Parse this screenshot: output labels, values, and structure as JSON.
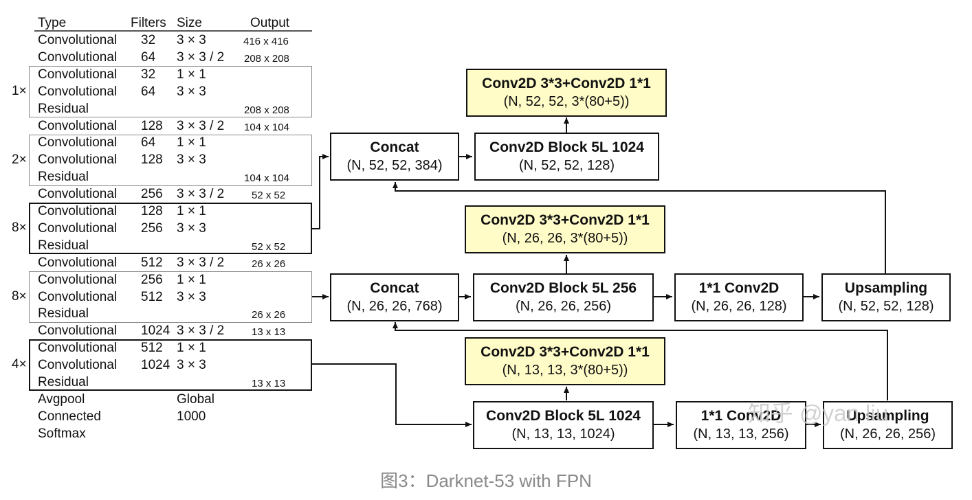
{
  "table": {
    "headers": {
      "type": "Type",
      "filters": "Filters",
      "size": "Size",
      "output": "Output"
    },
    "rows": [
      {
        "type": "Convolutional",
        "filters": "32",
        "size": "3 × 3",
        "output": "416 x 416"
      },
      {
        "type": "Convolutional",
        "filters": "64",
        "size": "3 × 3 / 2",
        "output": "208 x 208"
      },
      {
        "type": "Convolutional",
        "filters": "32",
        "size": "1 × 1",
        "output": ""
      },
      {
        "type": "Convolutional",
        "filters": "64",
        "size": "3 × 3",
        "output": ""
      },
      {
        "type": "Residual",
        "filters": "",
        "size": "",
        "output": "208 x 208"
      },
      {
        "type": "Convolutional",
        "filters": "128",
        "size": "3 × 3 / 2",
        "output": "104 x 104"
      },
      {
        "type": "Convolutional",
        "filters": "64",
        "size": "1 × 1",
        "output": ""
      },
      {
        "type": "Convolutional",
        "filters": "128",
        "size": "3 × 3",
        "output": ""
      },
      {
        "type": "Residual",
        "filters": "",
        "size": "",
        "output": "104 x 104"
      },
      {
        "type": "Convolutional",
        "filters": "256",
        "size": "3 × 3 / 2",
        "output": "52 x 52"
      },
      {
        "type": "Convolutional",
        "filters": "128",
        "size": "1 × 1",
        "output": ""
      },
      {
        "type": "Convolutional",
        "filters": "256",
        "size": "3 × 3",
        "output": ""
      },
      {
        "type": "Residual",
        "filters": "",
        "size": "",
        "output": "52 x 52"
      },
      {
        "type": "Convolutional",
        "filters": "512",
        "size": "3 × 3 / 2",
        "output": "26 x 26"
      },
      {
        "type": "Convolutional",
        "filters": "256",
        "size": "1 × 1",
        "output": ""
      },
      {
        "type": "Convolutional",
        "filters": "512",
        "size": "3 × 3",
        "output": ""
      },
      {
        "type": "Residual",
        "filters": "",
        "size": "",
        "output": "26 x 26"
      },
      {
        "type": "Convolutional",
        "filters": "1024",
        "size": "3 × 3 / 2",
        "output": "13 x 13"
      },
      {
        "type": "Convolutional",
        "filters": "512",
        "size": "1 × 1",
        "output": ""
      },
      {
        "type": "Convolutional",
        "filters": "1024",
        "size": "3 × 3",
        "output": ""
      },
      {
        "type": "Residual",
        "filters": "",
        "size": "",
        "output": "13 x 13"
      },
      {
        "type": "Avgpool",
        "filters": "",
        "size": "Global",
        "output": ""
      },
      {
        "type": "Connected",
        "filters": "",
        "size": "1000",
        "output": ""
      },
      {
        "type": "Softmax",
        "filters": "",
        "size": "",
        "output": ""
      }
    ],
    "repeats": [
      "1×",
      "2×",
      "8×",
      "8×",
      "4×"
    ]
  },
  "diagram": {
    "boxes": {
      "out52": {
        "title": "Conv2D 3*3+Conv2D 1*1",
        "sub": "(N, 52, 52, 3*(80+5))"
      },
      "concat52": {
        "title": "Concat",
        "sub": "(N, 52, 52, 384)"
      },
      "block52": {
        "title": "Conv2D Block 5L 1024",
        "sub": "(N, 52, 52, 128)"
      },
      "out26": {
        "title": "Conv2D 3*3+Conv2D 1*1",
        "sub": "(N, 26, 26, 3*(80+5))"
      },
      "concat26": {
        "title": "Concat",
        "sub": "(N, 26, 26, 768)"
      },
      "block26": {
        "title": "Conv2D Block 5L 256",
        "sub": "(N, 26, 26, 256)"
      },
      "conv26": {
        "title": "1*1 Conv2D",
        "sub": "(N, 26, 26, 128)"
      },
      "up26": {
        "title": "Upsampling",
        "sub": "(N, 52, 52, 128)"
      },
      "out13": {
        "title": "Conv2D 3*3+Conv2D 1*1",
        "sub": "(N, 13, 13, 3*(80+5))"
      },
      "block13": {
        "title": "Conv2D Block 5L 1024",
        "sub": "(N, 13, 13, 1024)"
      },
      "conv13": {
        "title": "1*1 Conv2D",
        "sub": "(N, 13, 13, 256)"
      },
      "up13": {
        "title": "Upsampling",
        "sub": "(N, 26, 26, 256)"
      }
    },
    "colors": {
      "highlight": "#fffcc8",
      "line": "#111111"
    }
  },
  "caption": "图3：Darknet-53 with FPN",
  "watermark": "知乎 @yan liu"
}
